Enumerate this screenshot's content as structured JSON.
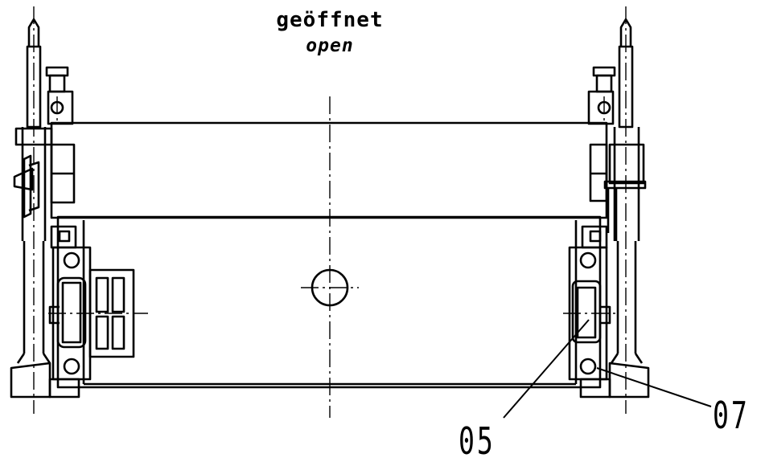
{
  "title": {
    "german": "geöffnet",
    "english": "open"
  },
  "callouts": {
    "part_05": "05",
    "part_07": "07"
  },
  "colors": {
    "line": "#000000",
    "background": "#ffffff"
  }
}
